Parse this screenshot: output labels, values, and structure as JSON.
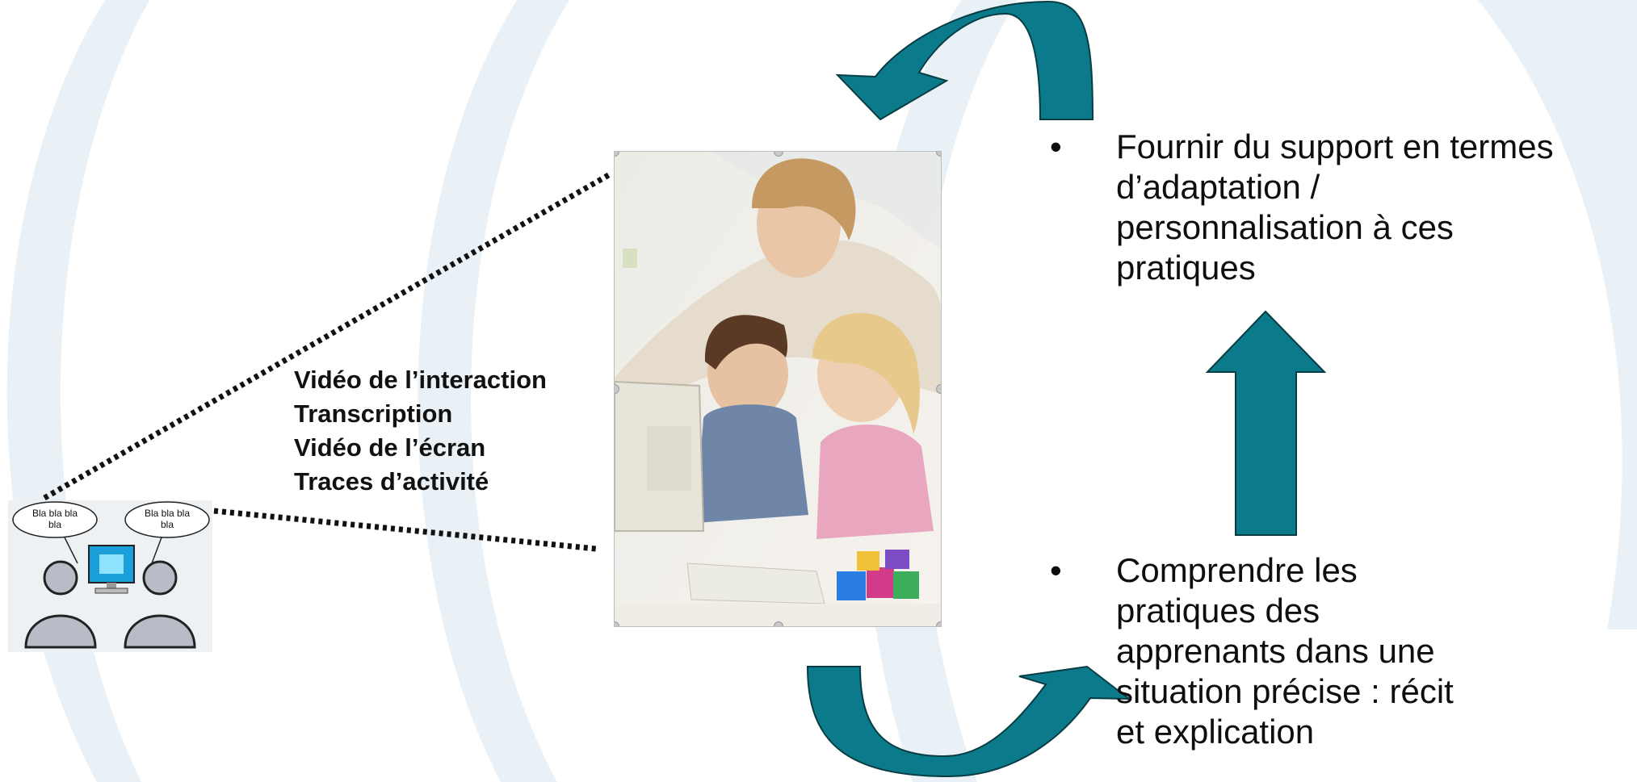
{
  "illustration": {
    "bubble_left": [
      "Bla bla  bla",
      "bla"
    ],
    "bubble_right": [
      "Bla bla  bla",
      "bla"
    ]
  },
  "media_list": [
    "Vidéo de l’interaction",
    "Transcription",
    "Vidéo de l’écran",
    "Traces d’activité"
  ],
  "bullets": [
    {
      "symbol": "•",
      "lines": [
        "Fournir du support en termes",
        "d’adaptation /",
        "personnalisation à ces",
        "pratiques"
      ]
    },
    {
      "symbol": "•",
      "lines": [
        "Comprendre les",
        "pratiques des",
        "apprenants dans une",
        "situation précise : récit",
        "et explication"
      ]
    }
  ],
  "colors": {
    "arrow_fill": "#0b7b8b",
    "arrow_stroke": "#063c44",
    "background_arc": "#e6eff5"
  }
}
